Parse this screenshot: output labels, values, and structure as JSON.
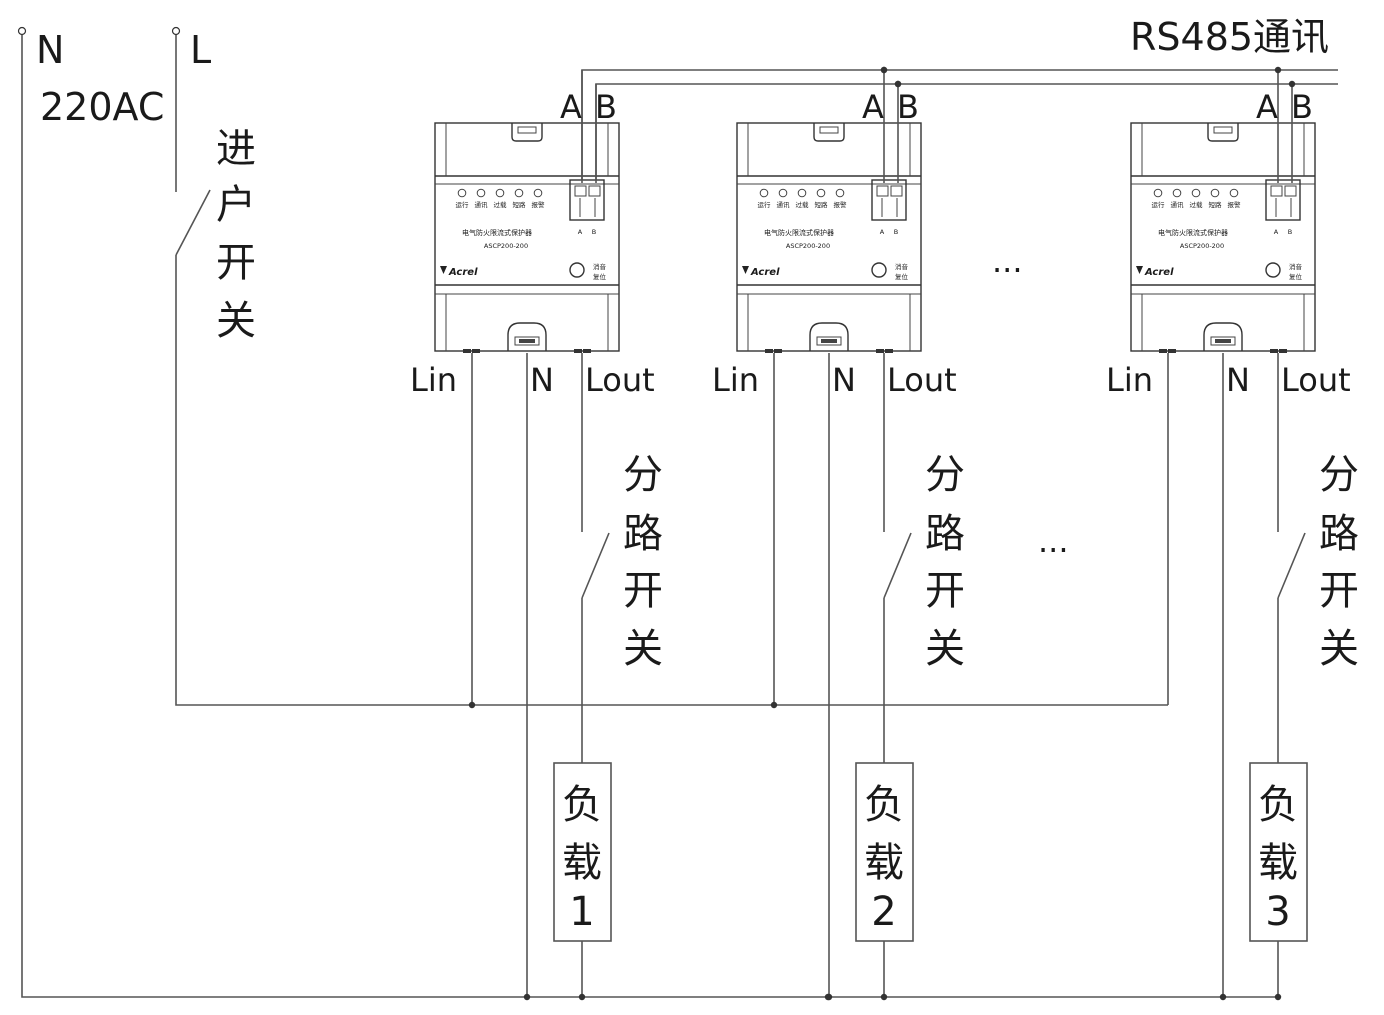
{
  "supply": {
    "n_label": "N",
    "l_label": "L",
    "voltage_label": "220AC",
    "main_switch_chars": [
      "进",
      "户",
      "开",
      "关"
    ]
  },
  "bus": {
    "rs485_label": "RS485通讯"
  },
  "device": {
    "leds": [
      "运行",
      "通讯",
      "过载",
      "短路",
      "报警"
    ],
    "product_name": "电气防火限流式保护器",
    "model": "ASCP200-200",
    "brand": "Acrel",
    "reset_label_1": "消音",
    "reset_label_2": "复位",
    "terminal_a": "A",
    "terminal_b": "B"
  },
  "terminals": {
    "lin": "Lin",
    "n": "N",
    "lout": "Lout",
    "bus_a": "A",
    "bus_b": "B"
  },
  "branch_switch_chars": [
    "分",
    "路",
    "开",
    "关"
  ],
  "loads": [
    {
      "chars": [
        "负",
        "载",
        "1"
      ]
    },
    {
      "chars": [
        "负",
        "载",
        "2"
      ]
    },
    {
      "chars": [
        "负",
        "载",
        "3"
      ]
    }
  ],
  "ellipsis": "..."
}
